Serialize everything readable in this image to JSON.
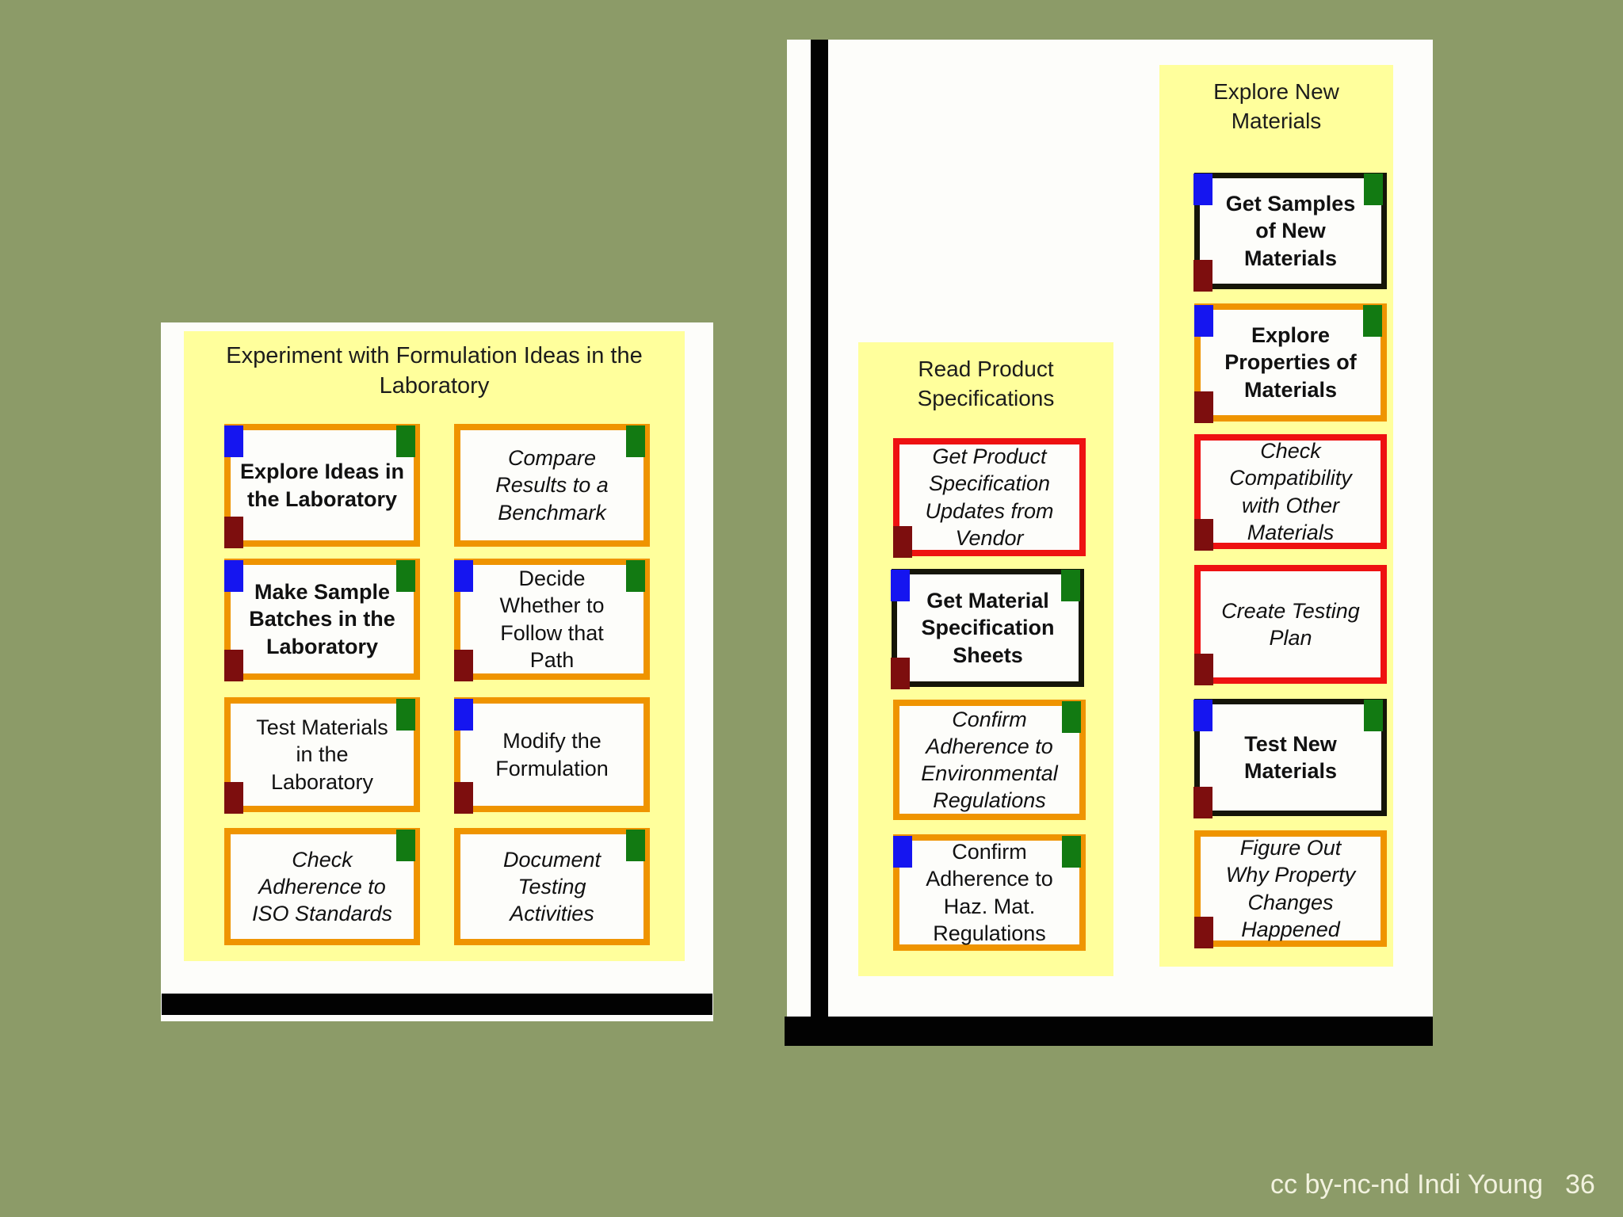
{
  "colors": {
    "page_bg": "#8c9b68",
    "panel_white": "#fdfdfa",
    "group_yellow": "#ffff9c",
    "border_orange": "#ef9400",
    "border_red": "#ee1111",
    "border_black": "#151508",
    "tag_blue": "#1515f0",
    "tag_green": "#127a12",
    "tag_maroon": "#7d0e0e",
    "bar_black": "#020202",
    "footer_text": "#f2f2df"
  },
  "footer": {
    "credit": "cc by-nc-nd Indi Young",
    "page_number": "36"
  },
  "left_panel": {
    "group_title": "Experiment with Formulation Ideas in the Laboratory",
    "cards": [
      {
        "label": "Explore Ideas in the Laboratory",
        "emphasis": "bold",
        "border": "orange",
        "tags": [
          "blue-top-left",
          "green-top-right",
          "maroon-bottom-left"
        ]
      },
      {
        "label": "Compare Results to a Benchmark",
        "emphasis": "italic",
        "border": "orange",
        "tags": [
          "green-top-right"
        ]
      },
      {
        "label": "Make Sample Batches in the Laboratory",
        "emphasis": "bold",
        "border": "orange",
        "tags": [
          "blue-top-left",
          "green-top-right",
          "maroon-bottom-left"
        ]
      },
      {
        "label": "Decide Whether to Follow that Path",
        "emphasis": "normal",
        "border": "orange",
        "tags": [
          "blue-top-left",
          "green-top-right",
          "maroon-bottom-left"
        ]
      },
      {
        "label": "Test Materials in the Laboratory",
        "emphasis": "normal",
        "border": "orange",
        "tags": [
          "green-top-right",
          "maroon-bottom-left"
        ]
      },
      {
        "label": "Modify the Formulation",
        "emphasis": "normal",
        "border": "orange",
        "tags": [
          "blue-top-left",
          "maroon-bottom-left"
        ]
      },
      {
        "label": "Check Adherence to ISO Standards",
        "emphasis": "italic",
        "border": "orange",
        "tags": [
          "green-top-right"
        ]
      },
      {
        "label": "Document Testing Activities",
        "emphasis": "italic",
        "border": "orange",
        "tags": [
          "green-top-right"
        ]
      }
    ]
  },
  "right_panel": {
    "columns": [
      {
        "group_title": "Read Product Specifications",
        "cards": [
          {
            "label": "Get Product Specification Updates from Vendor",
            "emphasis": "italic",
            "border": "red",
            "tags": [
              "maroon-bottom-left"
            ]
          },
          {
            "label": "Get Material Specification Sheets",
            "emphasis": "bold",
            "border": "black",
            "tags": [
              "blue-top-left",
              "green-top-right",
              "maroon-bottom-left"
            ]
          },
          {
            "label": "Confirm Adherence to Environmental Regulations",
            "emphasis": "italic",
            "border": "orange",
            "tags": [
              "green-top-right"
            ]
          },
          {
            "label": "Confirm Adherence to Haz. Mat. Regulations",
            "emphasis": "normal",
            "border": "orange",
            "tags": [
              "blue-top-left",
              "green-top-right"
            ]
          }
        ]
      },
      {
        "group_title": "Explore New Materials",
        "cards": [
          {
            "label": "Get Samples of New Materials",
            "emphasis": "bold",
            "border": "black",
            "tags": [
              "blue-top-left",
              "green-top-right",
              "maroon-bottom-left"
            ]
          },
          {
            "label": "Explore Properties of Materials",
            "emphasis": "bold",
            "border": "orange",
            "tags": [
              "blue-top-left",
              "green-top-right",
              "maroon-bottom-left"
            ]
          },
          {
            "label": "Check Compatibility with Other Materials",
            "emphasis": "italic",
            "border": "red",
            "tags": [
              "maroon-bottom-left"
            ]
          },
          {
            "label": "Create Testing Plan",
            "emphasis": "italic",
            "border": "red",
            "tags": [
              "maroon-bottom-left"
            ]
          },
          {
            "label": "Test New Materials",
            "emphasis": "bold",
            "border": "black",
            "tags": [
              "blue-top-left",
              "green-top-right",
              "maroon-bottom-left"
            ]
          },
          {
            "label": "Figure Out Why Property Changes Happened",
            "emphasis": "italic",
            "border": "orange",
            "tags": [
              "maroon-bottom-left"
            ]
          }
        ]
      }
    ]
  }
}
